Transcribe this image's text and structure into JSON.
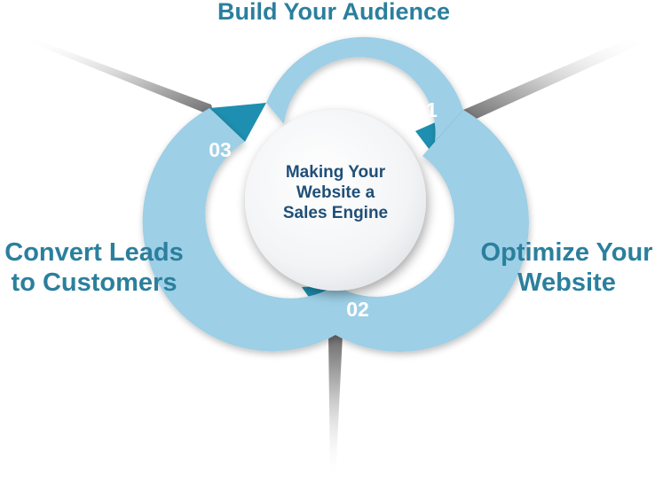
{
  "diagram": {
    "center_text": [
      "Making Your",
      "Website a",
      "Sales Engine"
    ],
    "segments": [
      {
        "number": "01",
        "label": [
          "Build Your Audience"
        ]
      },
      {
        "number": "02",
        "label": [
          "Optimize Your",
          "Website"
        ]
      },
      {
        "number": "03",
        "label": [
          "Convert Leads",
          "to Customers"
        ]
      }
    ]
  },
  "colors": {
    "ring": "#9dcfe6",
    "ring_dark": "#1e8fb0",
    "label_text": "#2b7f9d",
    "center_text": "#1f4f78",
    "number_text": "#ffffff"
  }
}
